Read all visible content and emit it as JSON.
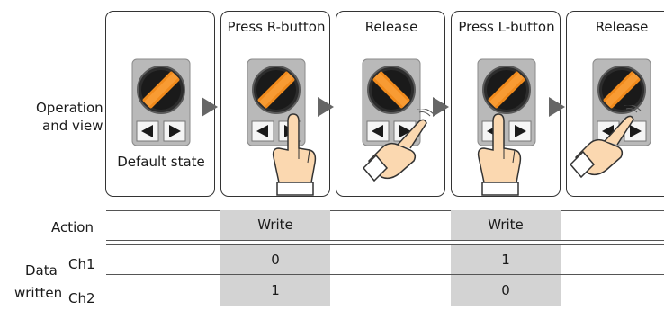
{
  "row_labels": {
    "operation_line1": "Operation",
    "operation_line2": "and view",
    "action": "Action",
    "data_line1": "Data",
    "data_line2": "written",
    "ch1": "Ch1",
    "ch2": "Ch2"
  },
  "panels": [
    {
      "title": "",
      "caption": "Default state",
      "knob": "right",
      "hand": "none"
    },
    {
      "title": "Press R-button",
      "caption": "",
      "knob": "right",
      "hand": "press-right"
    },
    {
      "title": "Release",
      "caption": "",
      "knob": "left",
      "hand": "release-right"
    },
    {
      "title": "Press L-button",
      "caption": "",
      "knob": "right",
      "hand": "press-left"
    },
    {
      "title": "Release",
      "caption": "",
      "knob": "right",
      "hand": "release-left"
    }
  ],
  "action_row": [
    "",
    "Write",
    "",
    "Write",
    ""
  ],
  "ch1_row": [
    "",
    "0",
    "",
    "1",
    ""
  ],
  "ch2_row": [
    "",
    "1",
    "",
    "0",
    ""
  ],
  "colors": {
    "accent": "#f08a1c",
    "cell": "#d3d3d3",
    "arrow": "#666666"
  }
}
